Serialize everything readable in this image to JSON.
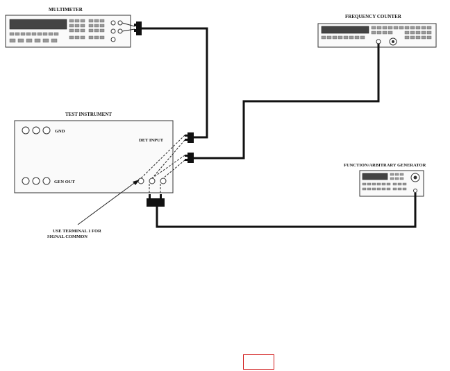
{
  "instruments": {
    "multimeter": "MULTIMETER",
    "frequency_counter": "FREQUENCY COUNTER",
    "test_instrument": "TEST INSTRUMENT",
    "function_generator": "FUNCTION/ARBITRARY GENERATOR"
  },
  "test_instrument_labels": {
    "gnd": "GND",
    "gen_out": "GEN OUT",
    "det_input": "DET INPUT"
  },
  "note": {
    "line1": "USE TERMINAL 1 FOR",
    "line2": "SIGNAL COMMON"
  },
  "colors": {
    "cable": "#111111",
    "page_box": "#d11a1a"
  }
}
